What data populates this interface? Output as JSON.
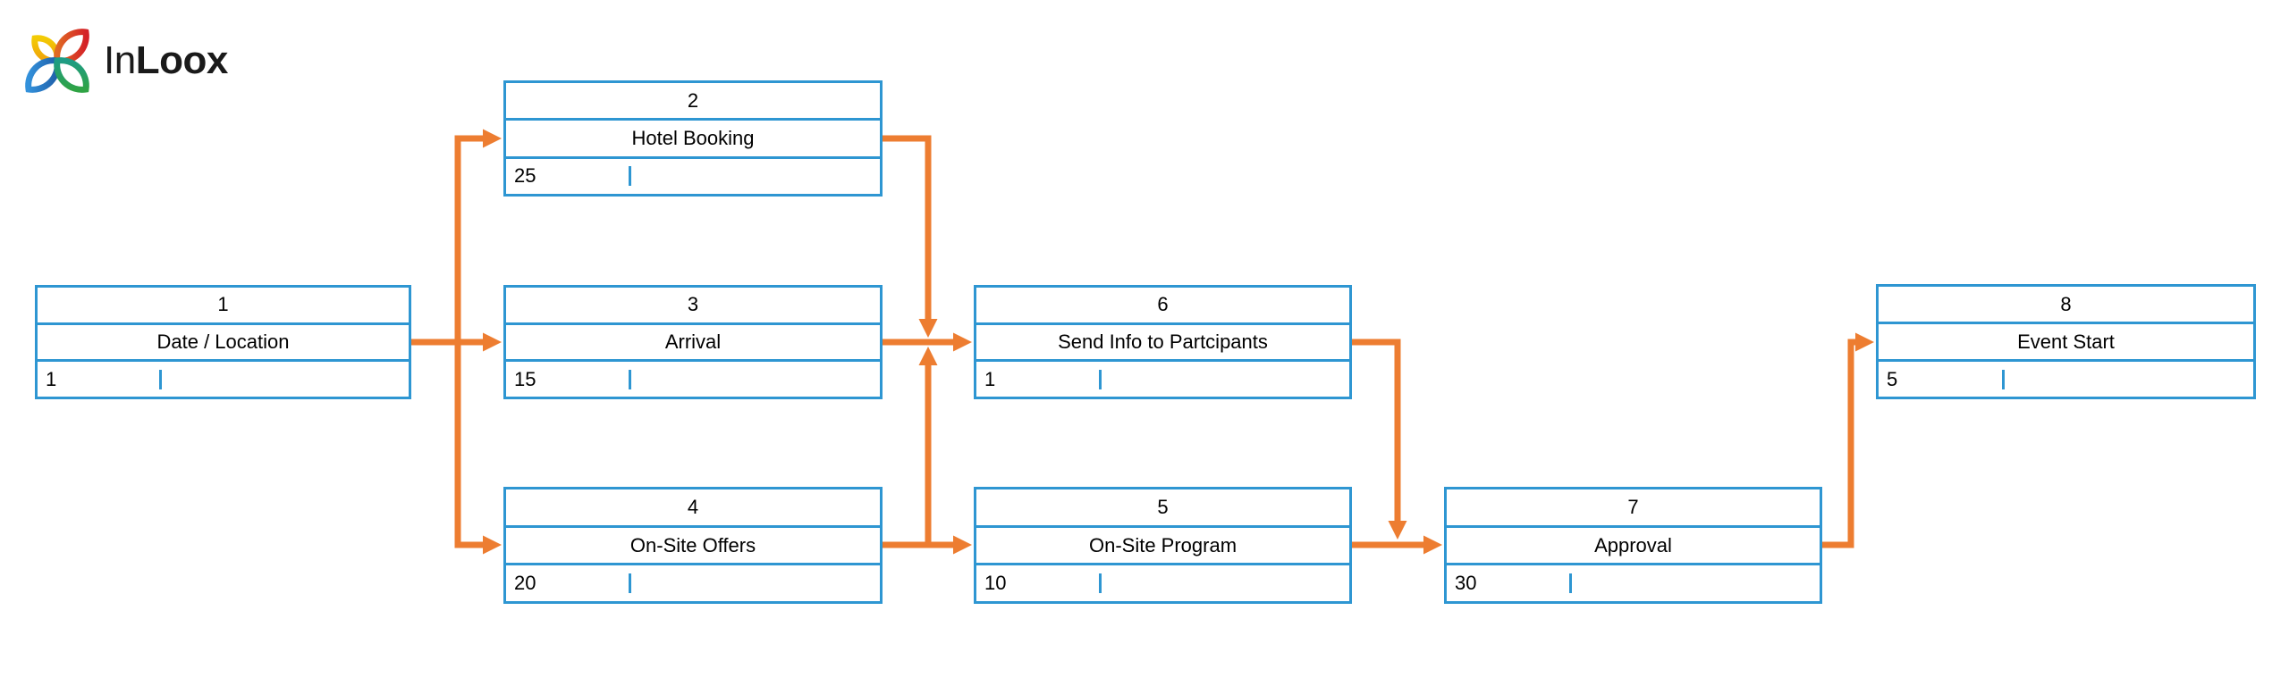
{
  "logo": {
    "brand_prefix": "In",
    "brand_suffix": "Loox"
  },
  "colors": {
    "node_border_blue": "#2E96D2",
    "arrow_orange": "#ED7D31",
    "logo_yellow": "#F3C504",
    "logo_red": "#D42127",
    "logo_blue": "#2E86D1",
    "logo_green": "#2FA344",
    "wordmark": "#1A1A1A"
  },
  "diagram": {
    "nodes": [
      {
        "id": "1",
        "label": "Date / Location",
        "duration": "1"
      },
      {
        "id": "2",
        "label": "Hotel Booking",
        "duration": "25"
      },
      {
        "id": "3",
        "label": "Arrival",
        "duration": "15"
      },
      {
        "id": "4",
        "label": "On-Site Offers",
        "duration": "20"
      },
      {
        "id": "5",
        "label": "On-Site Program",
        "duration": "10"
      },
      {
        "id": "6",
        "label": "Send Info to Partcipants",
        "duration": "1"
      },
      {
        "id": "7",
        "label": "Approval",
        "duration": "30"
      },
      {
        "id": "8",
        "label": "Event Start",
        "duration": "5"
      }
    ],
    "edges": [
      {
        "from": "1",
        "to": "2"
      },
      {
        "from": "1",
        "to": "3"
      },
      {
        "from": "1",
        "to": "4"
      },
      {
        "from": "2",
        "to": "6"
      },
      {
        "from": "3",
        "to": "6"
      },
      {
        "from": "4",
        "to": "5"
      },
      {
        "from": "4",
        "to": "6"
      },
      {
        "from": "5",
        "to": "7"
      },
      {
        "from": "6",
        "to": "7"
      },
      {
        "from": "7",
        "to": "8"
      }
    ]
  }
}
